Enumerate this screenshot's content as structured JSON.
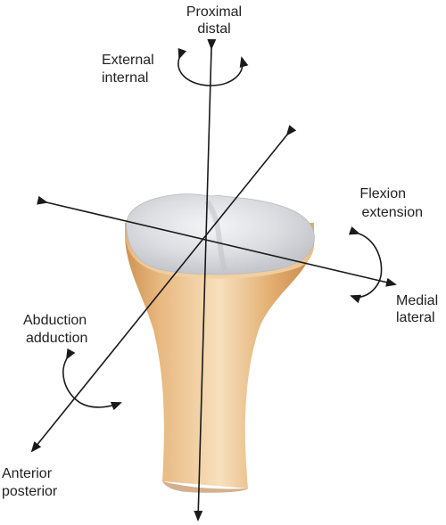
{
  "labels": {
    "proximal": "Proximal",
    "distal": "distal",
    "external": "External",
    "internal": "internal",
    "flexion": "Flexion",
    "extension": "extension",
    "medial": "Medial",
    "lateral": "lateral",
    "abduction": "Abduction",
    "adduction": "adduction",
    "anterior": "Anterior",
    "posterior": "posterior"
  },
  "colors": {
    "bone_light": "#f3d7ad",
    "bone_mid": "#e6b57c",
    "bone_dark": "#cf9152",
    "cartilage": "#dcdde0",
    "axis": "#1a1a1a"
  }
}
